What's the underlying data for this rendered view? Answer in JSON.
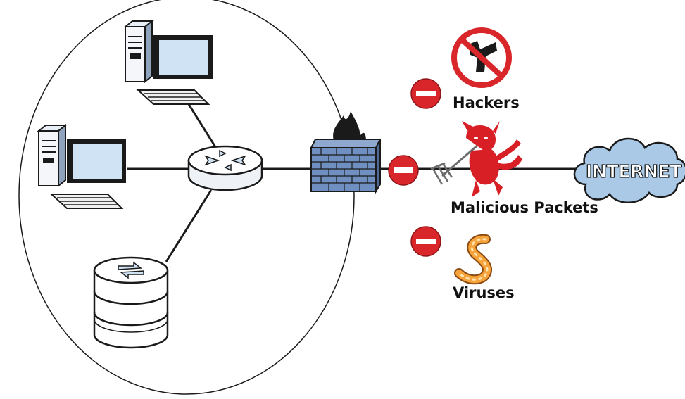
{
  "labels": {
    "hackers": "Hackers",
    "malicious_packets": "Malicious Packets",
    "viruses": "Viruses",
    "internet": "INTERNET"
  },
  "colors": {
    "block_red": "#d9262b",
    "devil_red": "#d81f26",
    "cloud_blue": "#a9c9e6",
    "device_blue": "#cfe3f5",
    "firewall_blue": "#6f8fc0"
  },
  "icons": [
    "workstation-icon",
    "router-icon",
    "server-icon",
    "firewall-icon",
    "block-icon",
    "no-hackers-icon",
    "devil-icon",
    "worm-icon",
    "internet-cloud-icon"
  ]
}
